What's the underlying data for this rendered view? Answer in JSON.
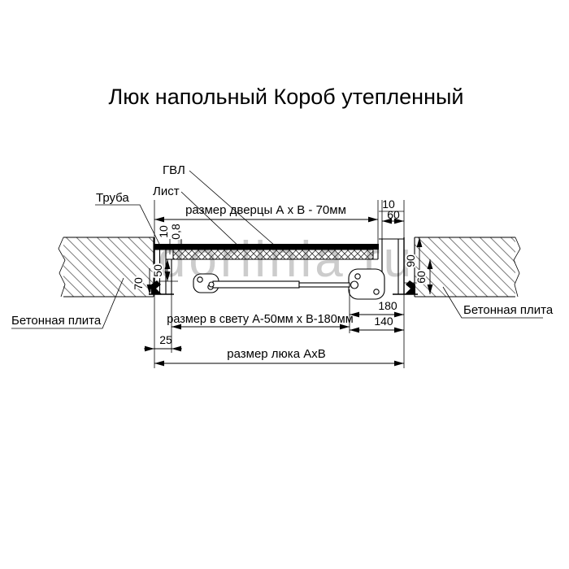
{
  "title": "Люк напольный Короб утепленный",
  "watermark": "dorlinia.ru",
  "labels": {
    "gvl": "ГВЛ",
    "sheet": "Лист",
    "pipe": "Труба",
    "concrete_left": "Бетонная плита",
    "concrete_right": "Бетонная плита"
  },
  "dimensions": {
    "door_size": "размер дверцы А х В - 70мм",
    "clear_size": "размер в свету А-50мм х В-180мм",
    "hatch_size": "размер люка АхВ",
    "top_gap": "10",
    "top_flange": "60",
    "gvl_thickness": "10",
    "sheet_thickness": "0,8",
    "inner_depth": "50",
    "left_height": "70",
    "right_height_outer": "90",
    "right_height_inner": "60",
    "width_180": "180",
    "width_140": "140",
    "flange_25": "25"
  }
}
